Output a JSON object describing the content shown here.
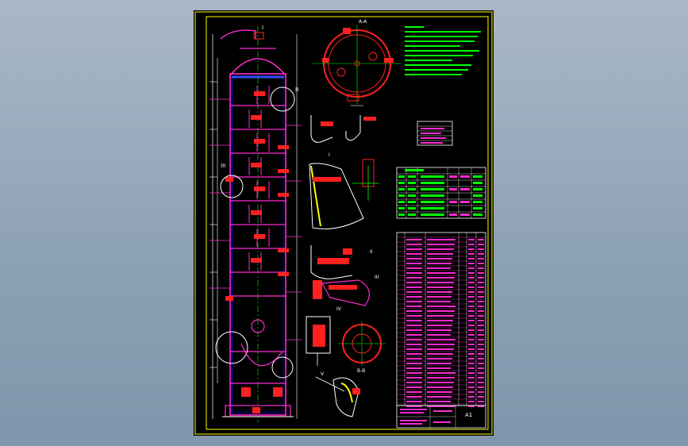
{
  "drawing": {
    "background": "#000000",
    "border_color": "#ffff00",
    "colors": {
      "vessel": "#ff2bd0",
      "centerline": "#00ff00",
      "nozzle": "#ff2020",
      "dimension": "#ffffff",
      "hatch": "#ffff00",
      "table_text": "#00ff00",
      "outline": "#0000ff"
    },
    "views": {
      "section_top_label": "A-A",
      "detail_I": "I",
      "detail_II": "II",
      "detail_III": "III",
      "detail_IV": "IV",
      "detail_V": "V",
      "section_BB": "B-B"
    },
    "title_block": {
      "sheet_size": "A1"
    }
  }
}
